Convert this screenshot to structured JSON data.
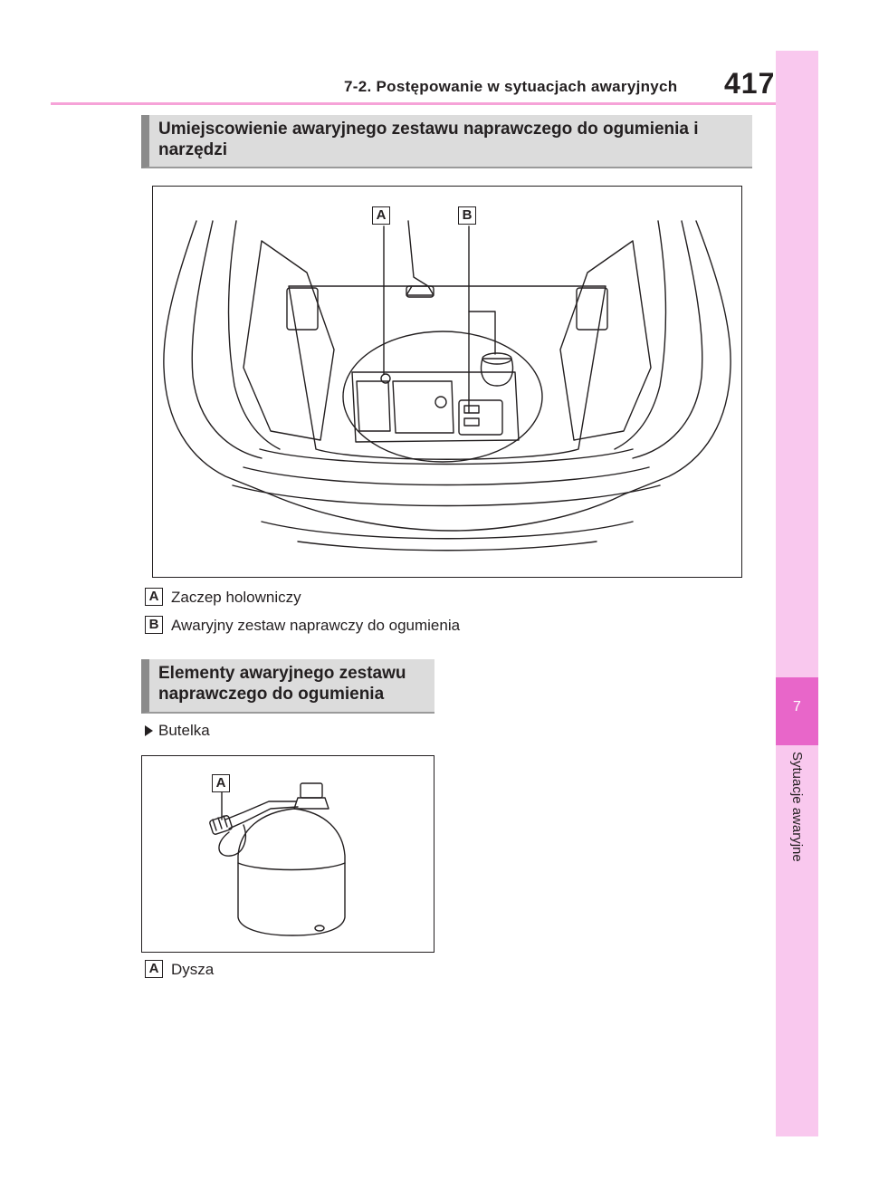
{
  "header": {
    "section_path": "7-2. Postępowanie w sytuacjach awaryjnych",
    "page_number": "417"
  },
  "side_tab": {
    "chapter_number": "7",
    "chapter_title": "Sytuacje awaryjne"
  },
  "section_location": {
    "heading": "Umiejscowienie awaryjnego zestawu naprawczego do ogumienia i narzędzi",
    "figure_callouts": [
      "A",
      "B"
    ],
    "legend": [
      {
        "badge": "A",
        "text": "Zaczep holowniczy"
      },
      {
        "badge": "B",
        "text": "Awaryjny zestaw naprawczy do ogumienia"
      }
    ]
  },
  "section_elements": {
    "heading": "Elementy awaryjnego zestawu naprawczego do ogumienia",
    "bullet_item": "Butelka",
    "figure_callouts": [
      "A"
    ],
    "legend": [
      {
        "badge": "A",
        "text": "Dysza"
      }
    ]
  },
  "colors": {
    "tab_light": "#f9c8ee",
    "tab_dark": "#e866c9",
    "header_rule": "#f6a3d8",
    "heading_fill": "#dcdcdc",
    "heading_bar": "#8b8b8b"
  }
}
